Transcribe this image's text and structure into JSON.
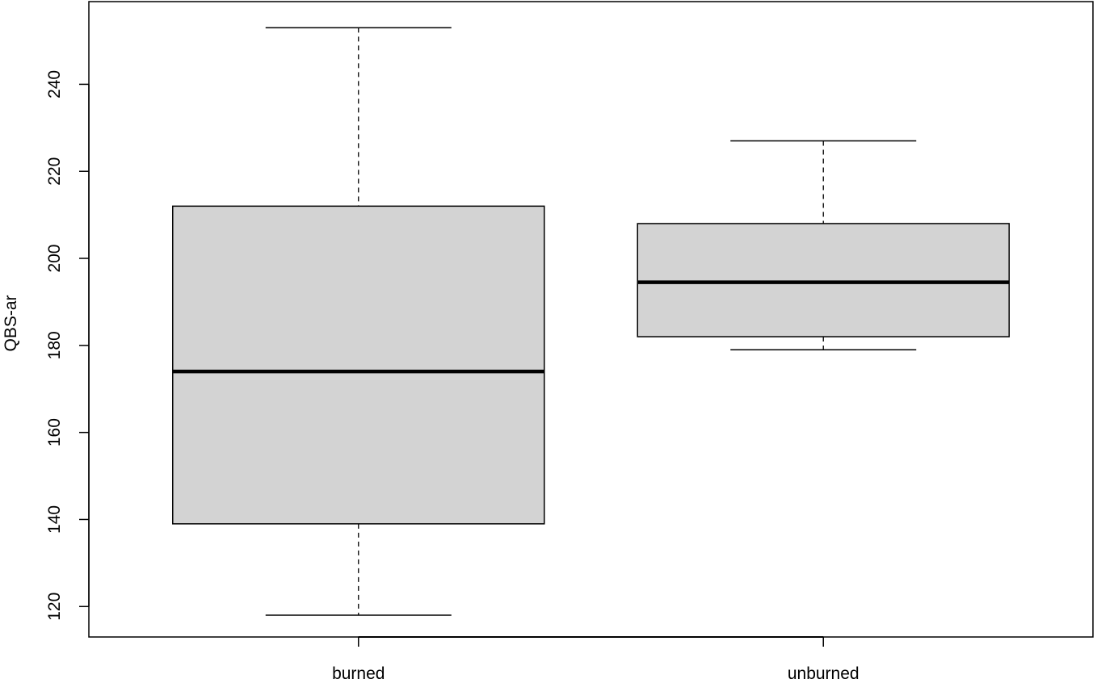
{
  "chart_data": {
    "type": "boxplot",
    "title": "",
    "xlabel": "",
    "ylabel": "QBS-ar",
    "categories": [
      "burned",
      "unburned"
    ],
    "boxes": [
      {
        "category": "burned",
        "whisker_low": 118,
        "q1": 139,
        "median": 174,
        "q3": 212,
        "whisker_high": 253
      },
      {
        "category": "unburned",
        "whisker_low": 179,
        "q1": 182,
        "median": 194.5,
        "q3": 208,
        "whisker_high": 227
      }
    ],
    "yticks": [
      120,
      140,
      160,
      180,
      200,
      220,
      240
    ],
    "ylim": [
      113,
      259
    ],
    "grid": false,
    "colors": {
      "box_fill": "#d3d3d3",
      "line": "#000000"
    }
  }
}
